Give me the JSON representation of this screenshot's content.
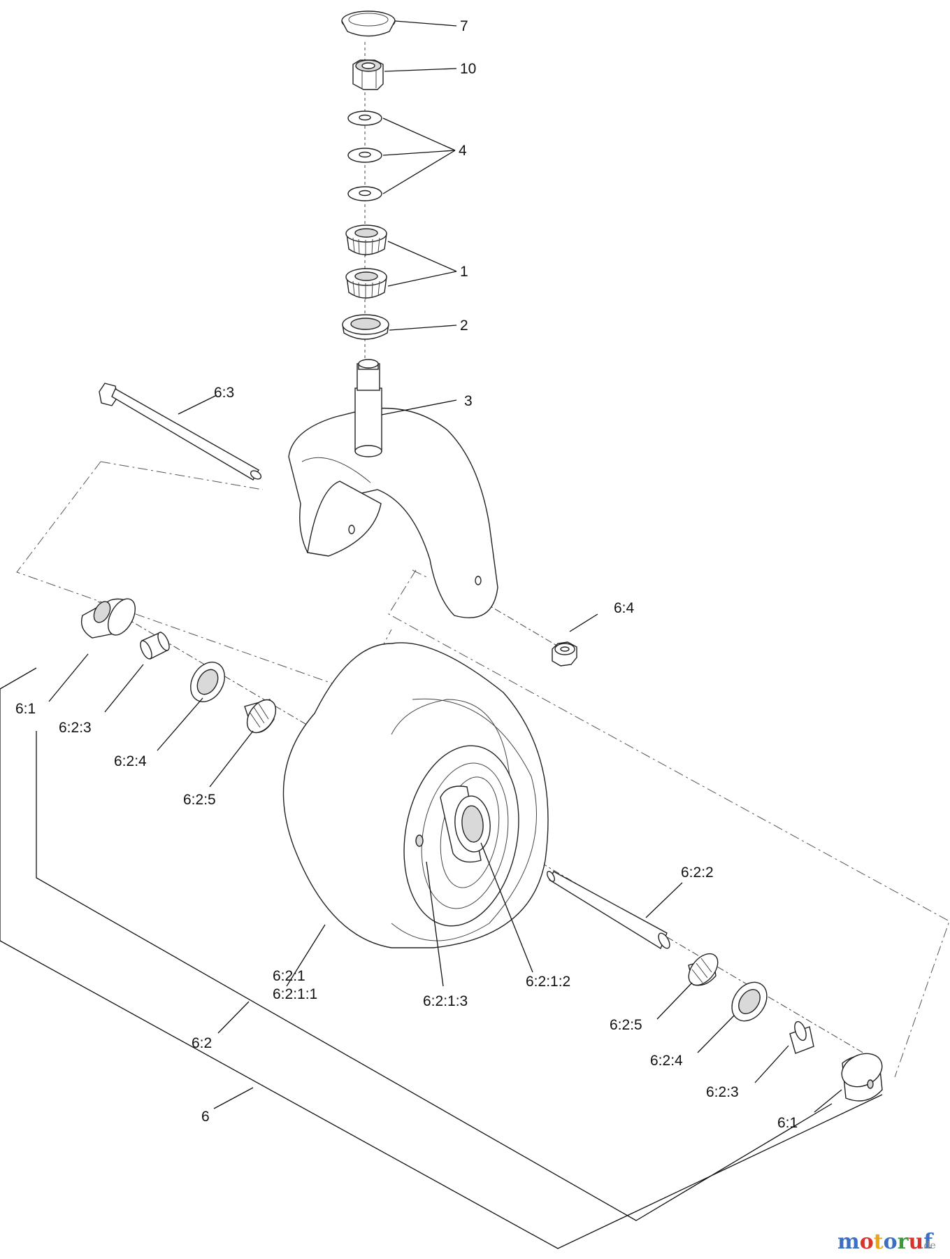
{
  "callouts": {
    "c7": "7",
    "c10": "10",
    "c4": "4",
    "c1": "1",
    "c2": "2",
    "c3": "3",
    "c63": "6:3",
    "c64": "6:4",
    "c61_left": "6:1",
    "c623_left": "6:2:3",
    "c624_left": "6:2:4",
    "c625_left": "6:2:5",
    "c622": "6:2:2",
    "c621": "6:2:1",
    "c6211": "6:2:1:1",
    "c6213": "6:2:1:3",
    "c6212": "6:2:1:2",
    "c625_right": "6:2:5",
    "c624_right": "6:2:4",
    "c623_right": "6:2:3",
    "c61_right": "6:1",
    "c62": "6:2",
    "c6": "6"
  },
  "watermark": {
    "letters": [
      "m",
      "o",
      "t",
      "o",
      "r",
      "u",
      "f"
    ],
    "colors": [
      "#3b6fc4",
      "#d9342b",
      "#e9a418",
      "#3b6fc4",
      "#3a9a3a",
      "#d9342b",
      "#3b6fc4"
    ],
    "suffix": ".de"
  }
}
